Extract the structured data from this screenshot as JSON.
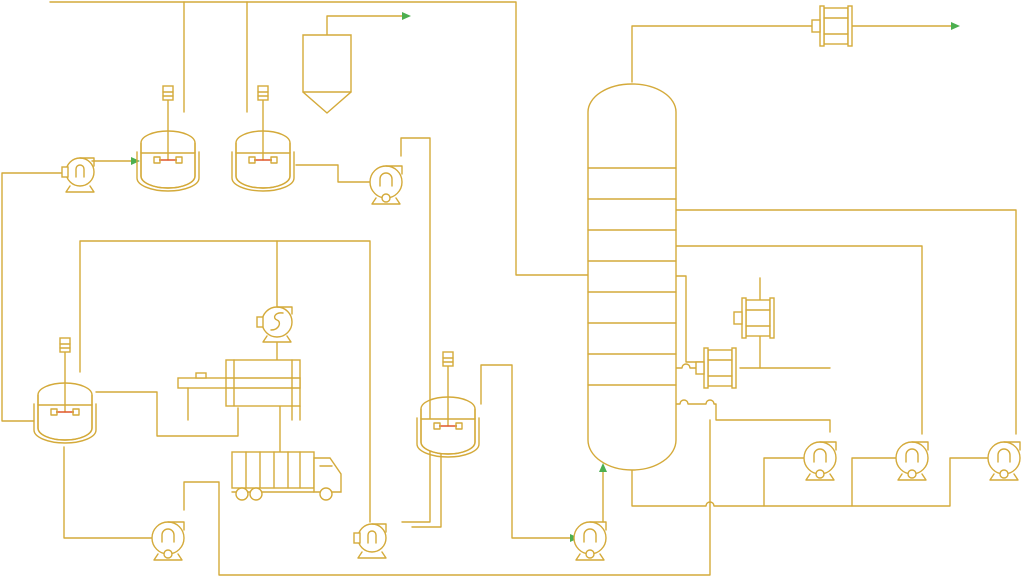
{
  "colors": {
    "background": "#ffffff",
    "line": "#d4aa3a",
    "flow_arrow": "#4caf50",
    "agitator_accent": "#e0572b"
  },
  "equipment": {
    "reactors": [
      "reactor-1",
      "reactor-2",
      "reactor-3",
      "reactor-4"
    ],
    "pumps": [
      "pump-feed",
      "pump-reactor-2",
      "pump-top",
      "pump-bottom-left",
      "pump-bottom-mid",
      "pump-column-feed",
      "pump-right-1",
      "pump-right-2",
      "pump-right-3"
    ],
    "column": "distillation-column",
    "column_trays": 8,
    "other": [
      "hopper",
      "filter-press",
      "truck",
      "heat-exchangers",
      "compressor"
    ]
  }
}
